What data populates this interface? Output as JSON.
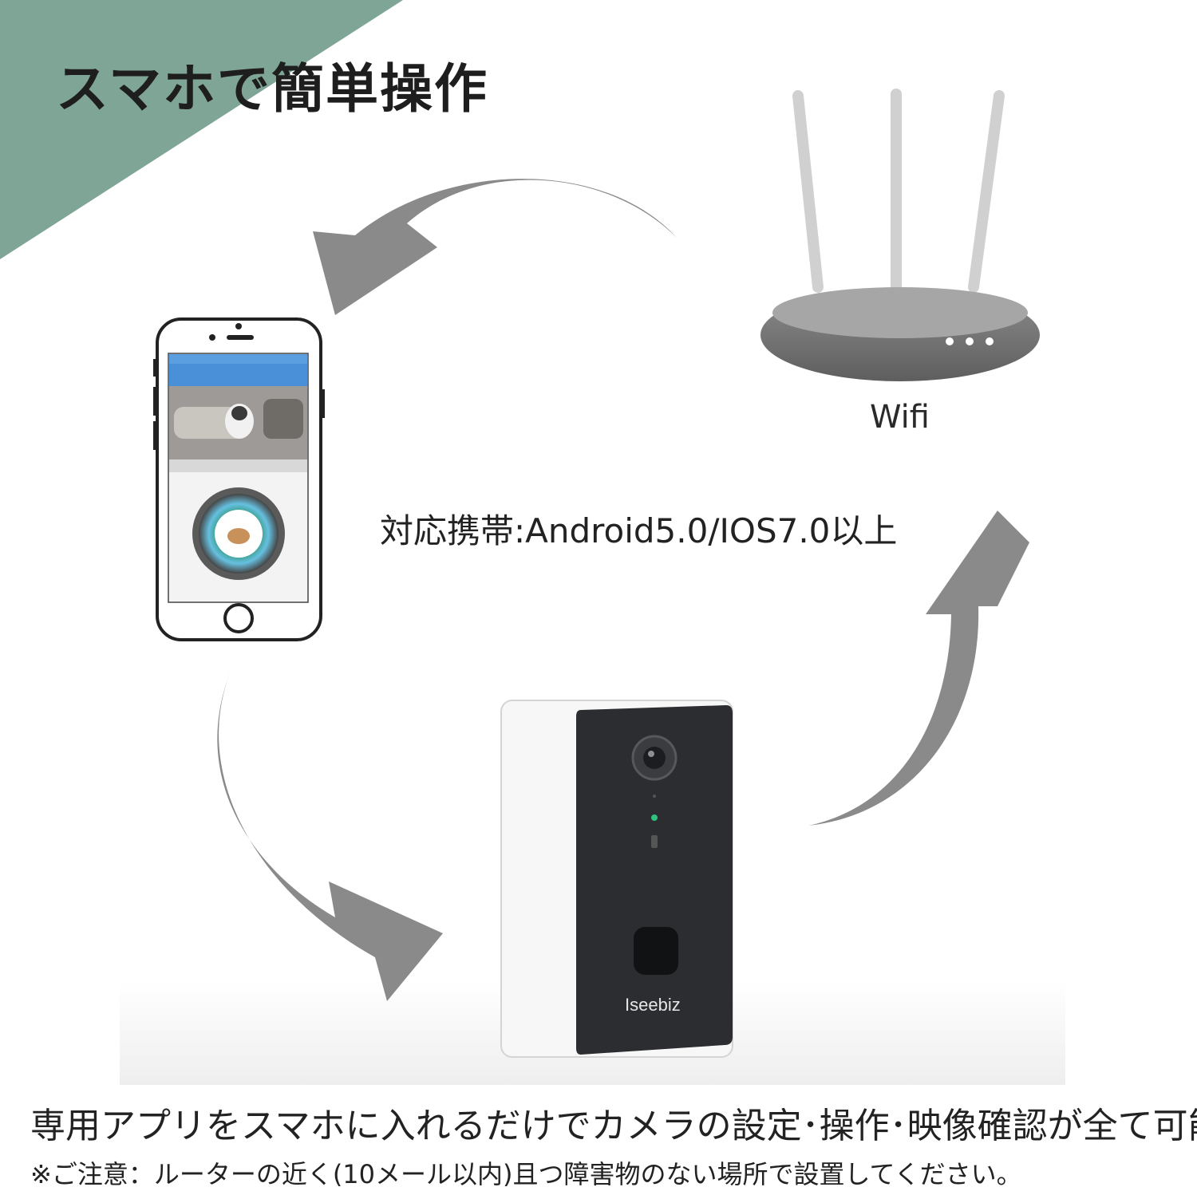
{
  "headline": "スマホで簡単操作",
  "wifi_label": "Wifi",
  "compat": {
    "label": "対応携帯",
    "separator": ":",
    "value": "Android5.0/IOS7.0以上"
  },
  "brand": "Iseebiz",
  "caption": "専用アプリをスマホに入れるだけでカメラの設定･操作･映像確認が全て可能",
  "note": "※ご注意：ルーターの近く(10メール以内)且つ障害物のない場所で設置してください。",
  "colors": {
    "corner": "#7fa596",
    "arrow": "#8a8a8a",
    "router": "#7c7c7c",
    "camera_face": "#2b2d30",
    "phone_screen_header": "#4a90d9"
  },
  "icons": [
    "wifi-router-icon",
    "smartphone-icon",
    "pet-camera-icon",
    "cycle-arrow-icon"
  ]
}
